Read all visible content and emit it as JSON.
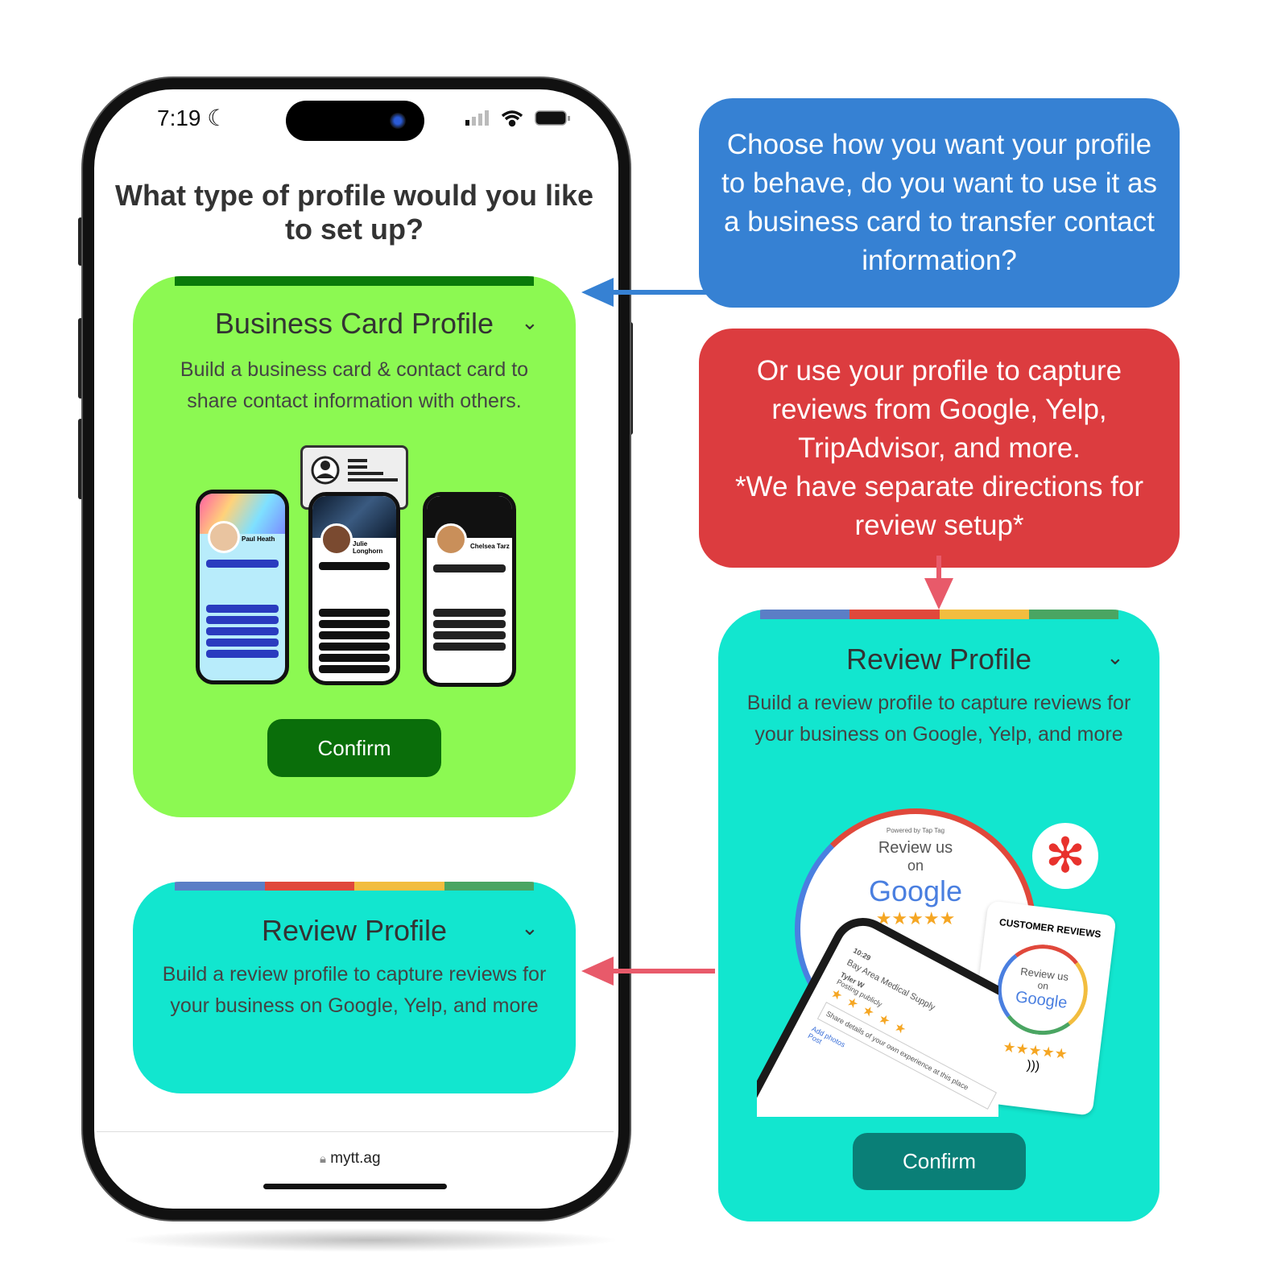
{
  "status_bar": {
    "time": "7:19",
    "moon_icon": "moon-icon",
    "signal_icon": "cellular-signal-icon",
    "wifi_icon": "wifi-icon",
    "battery_icon": "battery-icon"
  },
  "page": {
    "title": "What type of profile would you like to set up?"
  },
  "business_card": {
    "title": "Business Card Profile",
    "description": "Build a business card & contact card to share contact information with others.",
    "confirm_label": "Confirm",
    "accent": "#8cf952",
    "bar_color": "#0a7a0a",
    "button_color": "#0a6e0a",
    "sample_names": [
      "Paul Heath",
      "Julie Longhorn",
      "Chelsea Tarz"
    ]
  },
  "review_card": {
    "title": "Review Profile",
    "description": "Build a review profile to capture reviews for your business on Google, Yelp, and more",
    "accent": "#12e6cf",
    "bar_colors": [
      "#5b7ec6",
      "#e0483b",
      "#f2bd3f",
      "#4aa562"
    ]
  },
  "url_bar": {
    "url": "mytt.ag",
    "lock_icon": "lock-icon"
  },
  "callouts": {
    "blue": {
      "text": "Choose how you want your profile to behave, do you want to use it as a business card to transfer contact information?",
      "color": "#3681d3"
    },
    "red": {
      "line1": "Or use your profile to capture reviews from Google, Yelp, TripAdvisor, and more.",
      "line2": "*We have separate directions for review setup*",
      "color": "#dc3c3f"
    }
  },
  "review_expanded": {
    "title": "Review Profile",
    "description": "Build a review profile to capture reviews for your business on Google, Yelp, and more",
    "confirm_label": "Confirm",
    "button_color": "#0a7f77",
    "image": {
      "badge_top": "Powered by Tap Tag",
      "review_us": "Review us",
      "on": "on",
      "google": "Google",
      "card_heading": "CUSTOMER REVIEWS",
      "phone_time": "10:29",
      "business": "Bay Area Medical Supply",
      "reviewer": "Tyler W",
      "posting": "Posting publicly",
      "share_placeholder": "Share details of your own experience at this place",
      "add_photos": "Add photos",
      "post": "Post"
    }
  }
}
